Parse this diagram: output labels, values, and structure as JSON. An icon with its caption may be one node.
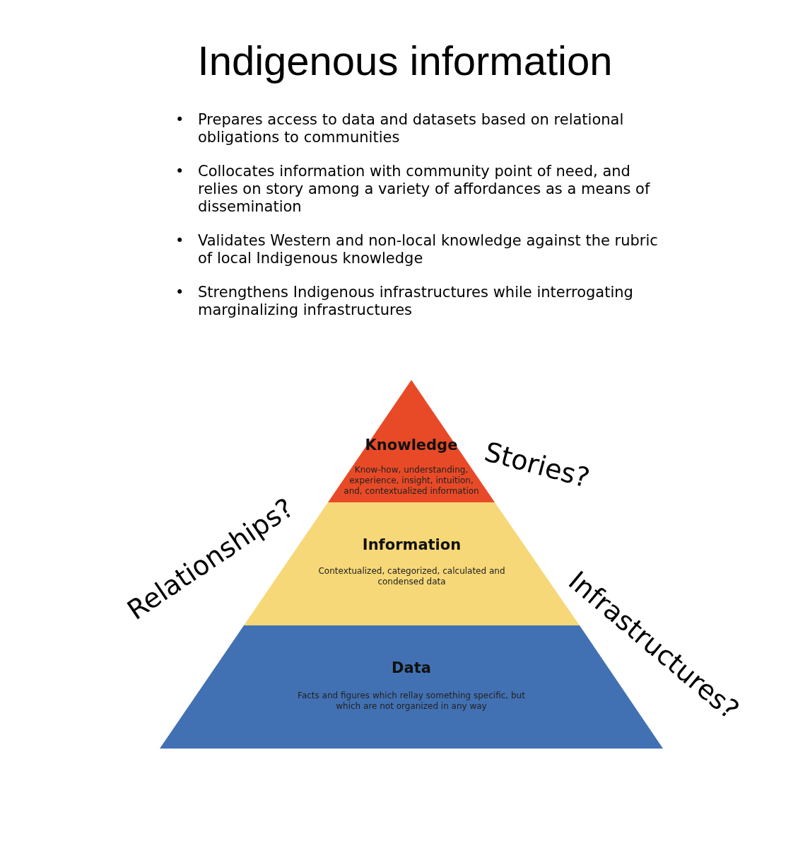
{
  "diagram": {
    "title": "Indigenous information",
    "nodes": [
      {
        "text": [
          "Knowledge",
          "Know-how, understanding, experience, insight, intuition, and, contextualized information"
        ]
      },
      {
        "text": [
          "Information",
          "Contextualized, categorized, calculated and condensed data"
        ]
      },
      {
        "text": [
          "Data",
          "Facts and figures which rellay something specific, but which are not organized in any way"
        ]
      }
    ],
    "labels": [
      "•",
      "Prepares access to data and datasets based on relational obligations to communities",
      "•",
      "Collocates information with community point of need, and relies on story among a variety of affordances as a means of dissemination",
      "•",
      "Validates Western and non-local knowledge against the rubric of local Indigenous knowledge",
      "•",
      "Strengthens Indigenous infrastructures while interrogating marginalizing infrastructures",
      "Stories?",
      "Relationships?",
      "Infrastructures?"
    ]
  }
}
